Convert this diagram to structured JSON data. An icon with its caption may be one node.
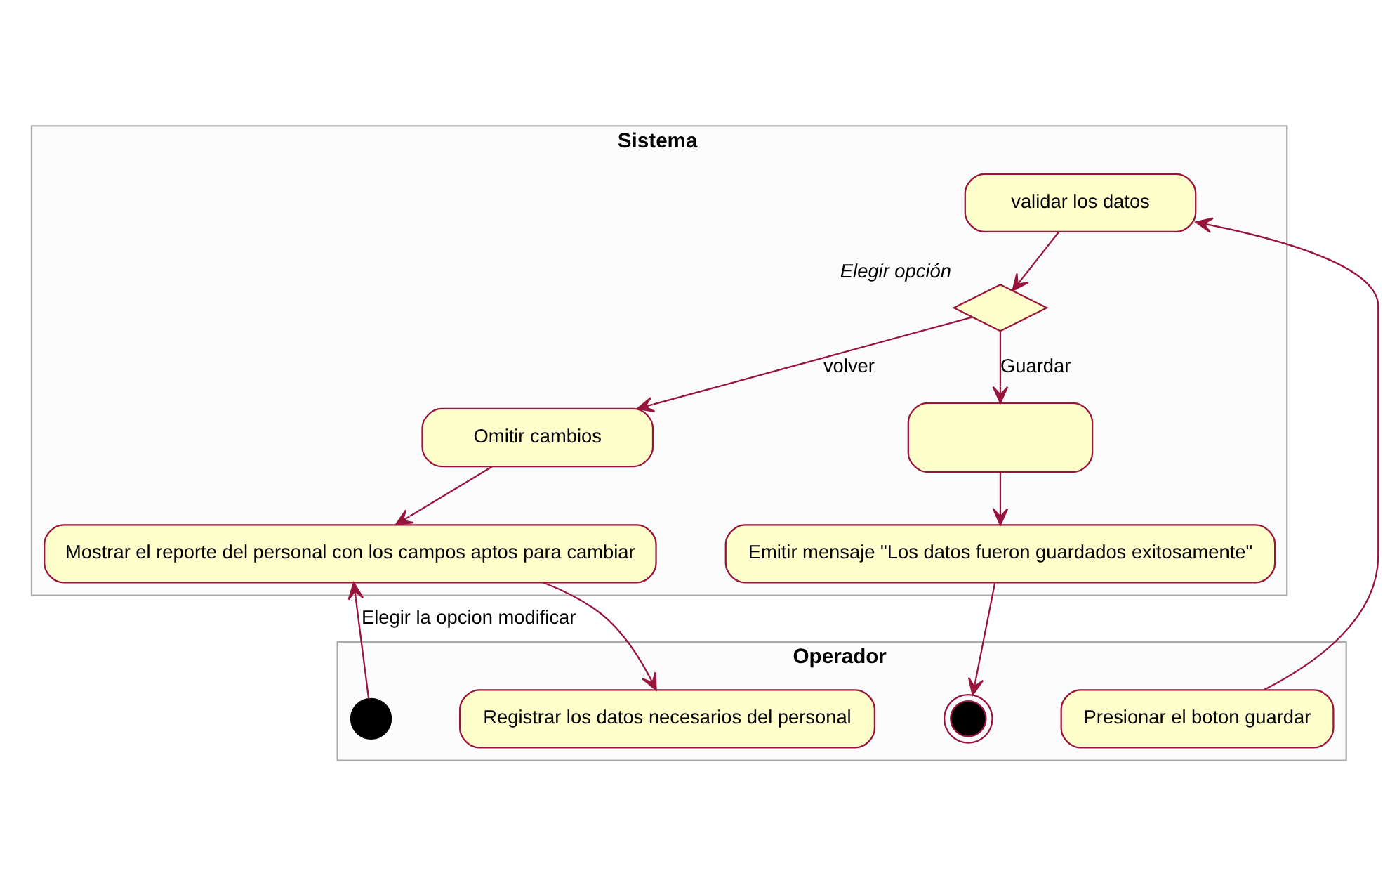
{
  "diagram": {
    "nodes": [
      {
        "text": [
          "Operador"
        ]
      },
      {
        "text": [
          "Sistema"
        ]
      },
      {
        "text": [],
        "shape": "circle",
        "in": 0
      },
      {
        "text": [
          "Mostrar el reporte del personal con los campos aptos para cambiar"
        ],
        "in": 1
      },
      {
        "text": [
          "Registrar los datos necesarios del personal"
        ],
        "in": 0
      },
      {
        "text": [
          "Presionar el boton guardar"
        ],
        "in": 0
      },
      {
        "text": [
          "validar los datos"
        ],
        "in": 1
      },
      {
        "text": [],
        "shape": "diamond",
        "beside": [
          "Elegir opción"
        ],
        "in": 1
      },
      {
        "text": [
          "Omitir cambios"
        ],
        "in": 1
      },
      {
        "text": [],
        "shape": "box",
        "in": 1
      },
      {
        "text": [
          "Emitir mensaje \"Los datos fueron guardados exitosamente\""
        ],
        "in": 1
      },
      {
        "text": [],
        "shape": "circle",
        "in": 0
      }
    ],
    "edges": [
      {
        "from": 2,
        "to": 3,
        "arrow": "to",
        "label": "Elegir la opcion modificar"
      },
      {
        "from": 3,
        "to": 4,
        "arrow": "to"
      },
      {
        "from": 5,
        "to": 6,
        "arrow": "to"
      },
      {
        "from": 6,
        "to": 7,
        "arrow": "to"
      },
      {
        "from": 7,
        "to": 8,
        "arrow": "to",
        "label": "volver"
      },
      {
        "from": 7,
        "to": 9,
        "arrow": "to",
        "label": "Guardar"
      },
      {
        "from": 8,
        "to": 3,
        "arrow": "to"
      },
      {
        "from": 9,
        "to": 10,
        "arrow": "to"
      },
      {
        "from": 10,
        "to": 11,
        "arrow": "to"
      }
    ]
  }
}
